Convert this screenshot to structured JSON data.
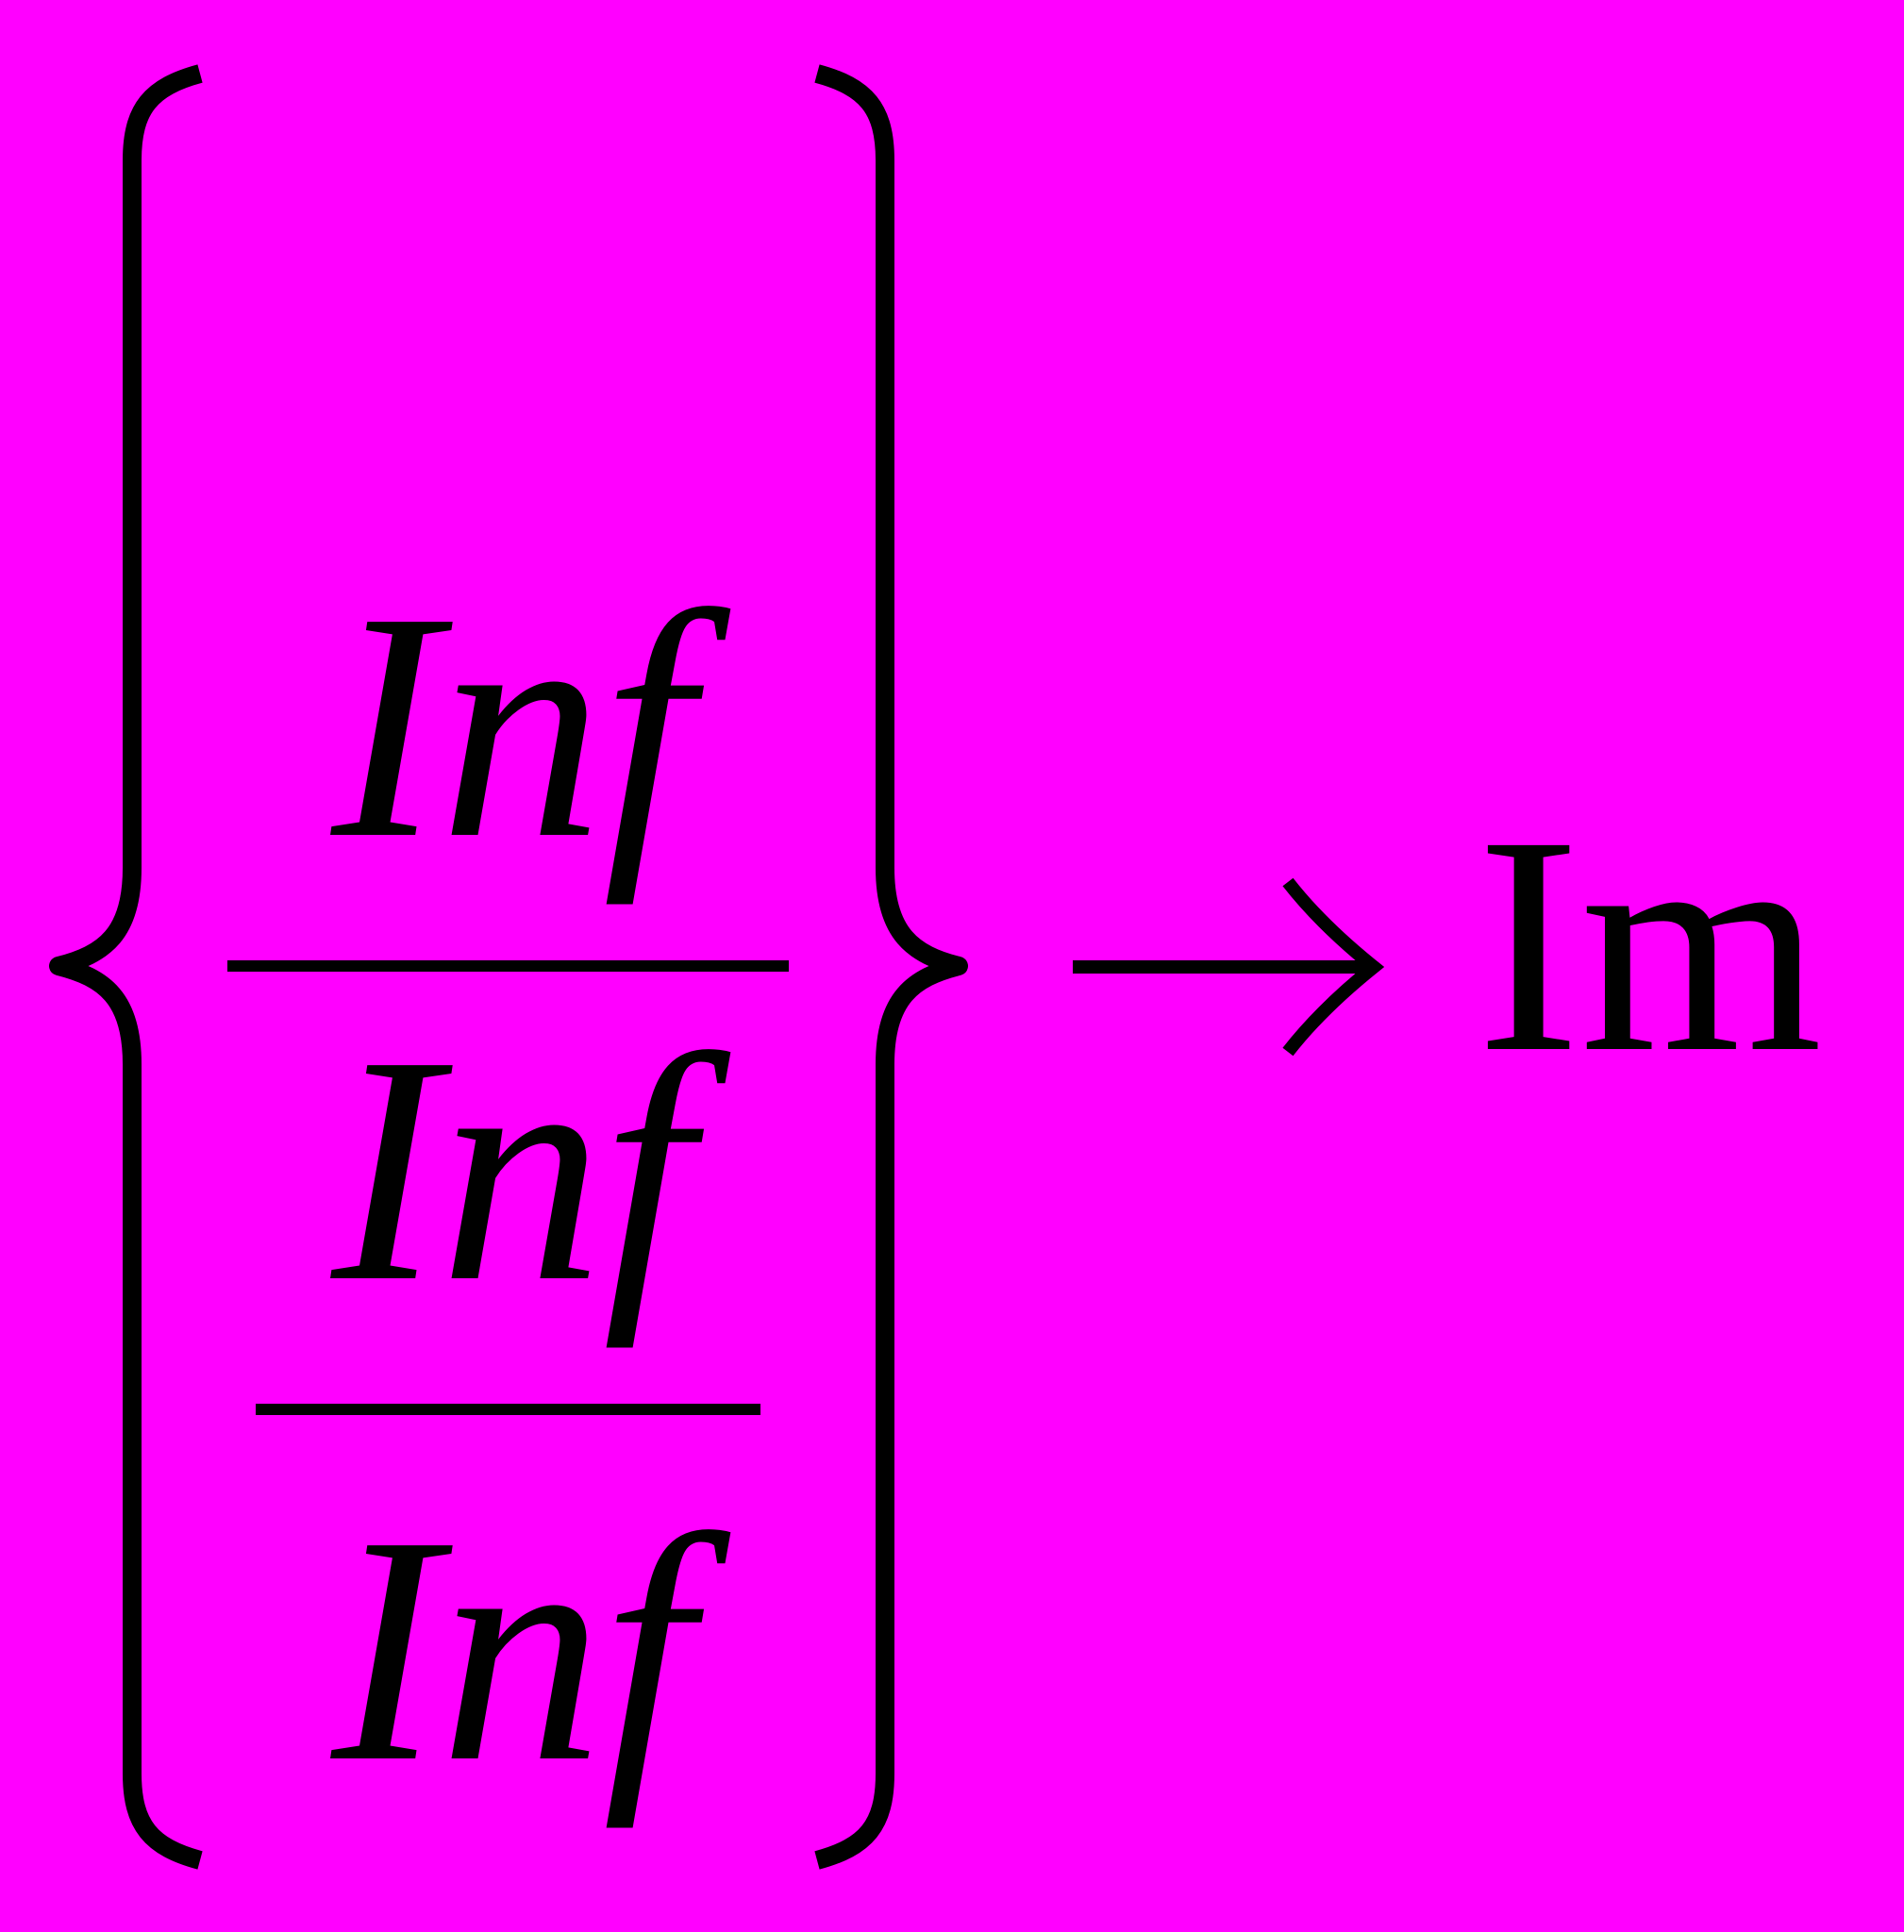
{
  "formula": {
    "numerator": "Inf",
    "middle": "Inf",
    "denominator": "Inf",
    "arrow": "→",
    "result": "Im"
  },
  "colors": {
    "background": "#ff00ff",
    "ink": "#000000"
  }
}
